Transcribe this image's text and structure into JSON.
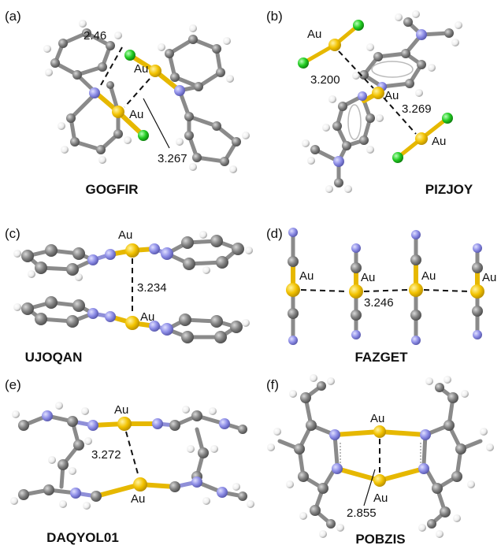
{
  "panels": [
    {
      "letter": "(a)",
      "code": "GOGFIR",
      "au_labels": [
        "Au",
        "Au"
      ],
      "distances": [
        "2.46",
        "3.267"
      ]
    },
    {
      "letter": "(b)",
      "code": "PIZJOY",
      "au_labels": [
        "Au",
        "Au",
        "Au"
      ],
      "distances": [
        "3.200",
        "3.269"
      ]
    },
    {
      "letter": "(c)",
      "code": "UJOQAN",
      "au_labels": [
        "Au",
        "Au"
      ],
      "distances": [
        "3.234"
      ]
    },
    {
      "letter": "(d)",
      "code": "FAZGET",
      "au_labels": [
        "Au",
        "Au",
        "Au",
        "Au"
      ],
      "distances": [
        "3.246"
      ]
    },
    {
      "letter": "(e)",
      "code": "DAQYOL01",
      "au_labels": [
        "Au",
        "Au"
      ],
      "distances": [
        "3.272"
      ]
    },
    {
      "letter": "(f)",
      "code": "POBZIS",
      "au_labels": [
        "Au",
        "Au"
      ],
      "distances": [
        "2.855"
      ]
    }
  ],
  "colors": {
    "gold": "#f2c200",
    "carbon": "#808080",
    "hydrogen": "#f2f2f2",
    "nitrogen": "#8c8ce6",
    "chlorine": "#22cc22"
  }
}
